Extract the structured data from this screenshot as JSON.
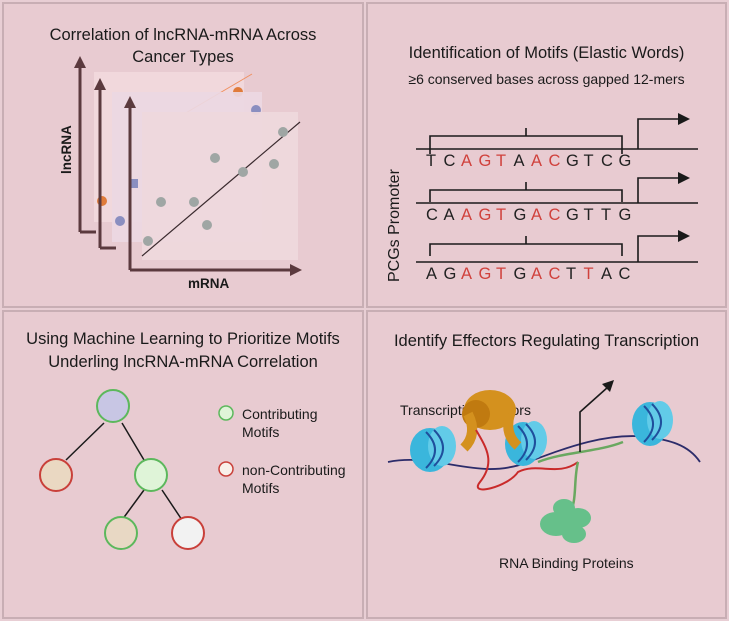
{
  "panel1": {
    "title_line1": "Correlation of lncRNA-mRNA Across",
    "title_line2": "Cancer Types",
    "y_label": "lncRNA",
    "x_label": "mRNA"
  },
  "panel2": {
    "title": "Identification of Motifs (Elastic Words)",
    "subtitle": "≥6 conserved bases across gapped 12-mers",
    "side_label": "PCGs Promoter",
    "sequences": [
      {
        "bases": [
          "T",
          "C",
          "A",
          "G",
          "T",
          "A",
          "A",
          "C",
          "G",
          "T",
          "C",
          "G"
        ],
        "highlight": [
          2,
          3,
          4,
          6,
          7
        ]
      },
      {
        "bases": [
          "C",
          "A",
          "A",
          "G",
          "T",
          "G",
          "A",
          "C",
          "G",
          "T",
          "T",
          "G"
        ],
        "highlight": [
          2,
          3,
          4,
          6,
          7
        ]
      },
      {
        "bases": [
          "A",
          "G",
          "A",
          "G",
          "T",
          "G",
          "A",
          "C",
          "T",
          "T",
          "A",
          "C"
        ],
        "highlight": [
          2,
          3,
          4,
          6,
          7,
          9
        ]
      }
    ],
    "base_color": "#222222",
    "highlight_color": "#d0413c"
  },
  "panel3": {
    "title_line1": "Using Machine Learning to Prioritize Motifs",
    "title_line2": "Underling lncRNA-mRNA Correlation",
    "legend_contributing_1": "Contributing",
    "legend_contributing_2": "Motifs",
    "legend_non_1": "non-Contributing",
    "legend_non_2": "Motifs",
    "contributing_color": "#5cb85c",
    "non_contributing_color": "#c9403a"
  },
  "panel4": {
    "title": "Identify  Effectors Regulating Transcription",
    "tf_label": "Transcription Factors",
    "rbp_label": "RNA Binding Proteins"
  }
}
